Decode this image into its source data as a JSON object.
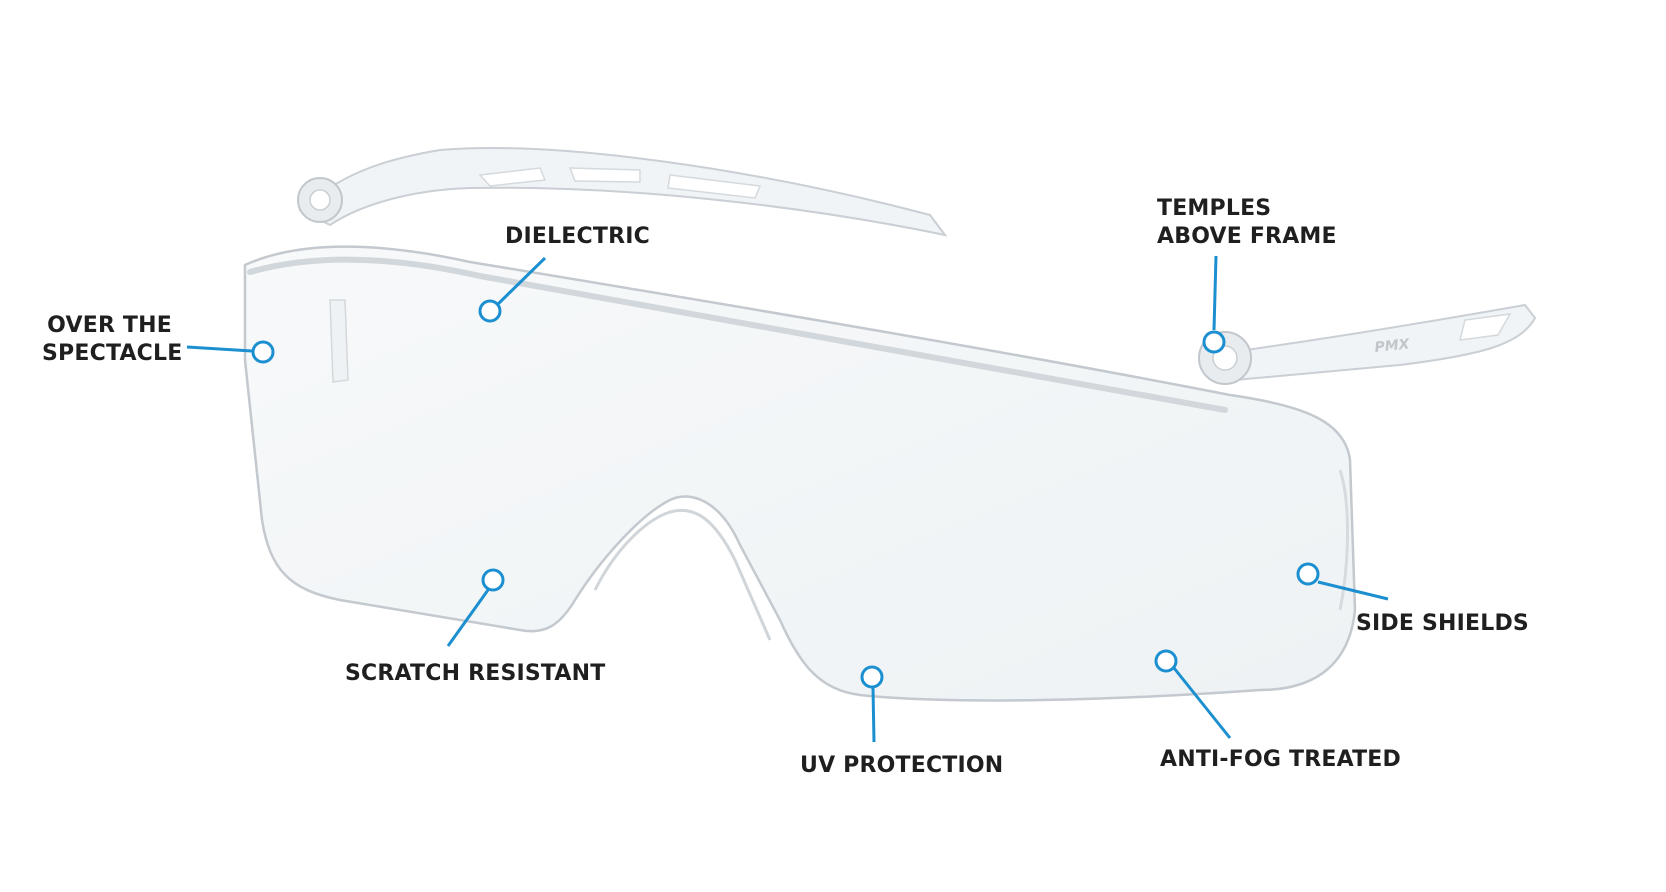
{
  "accent_color": "#1b8fd0",
  "frame": {
    "stroke_color": "#c9cfd4",
    "fill_color": "#f3f6f8",
    "temple_mark": "PMX"
  },
  "callouts": {
    "dielectric": {
      "lines": [
        "DIELECTRIC"
      ]
    },
    "temples": {
      "lines": [
        "TEMPLES",
        "ABOVE FRAME"
      ]
    },
    "over_spectacle": {
      "lines": [
        "OVER THE",
        "SPECTACLE"
      ]
    },
    "side_shields": {
      "lines": [
        "SIDE SHIELDS"
      ]
    },
    "scratch": {
      "lines": [
        "SCRATCH RESISTANT"
      ]
    },
    "uv": {
      "lines": [
        "UV PROTECTION"
      ]
    },
    "antifog": {
      "lines": [
        "ANTI-FOG TREATED"
      ]
    }
  }
}
